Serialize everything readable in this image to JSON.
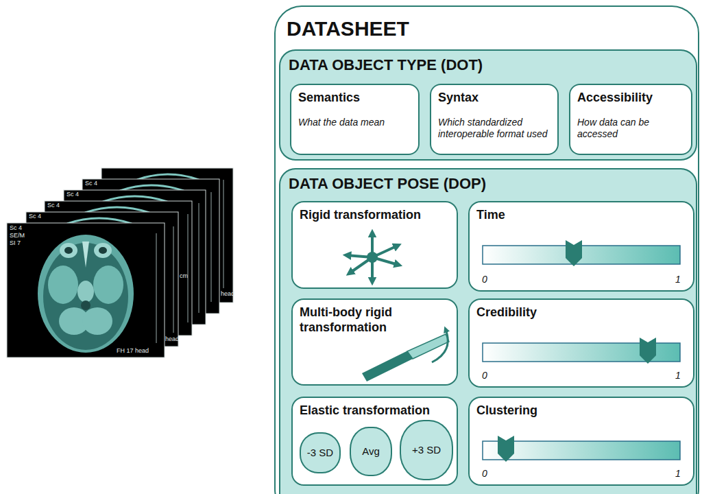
{
  "diagram": {
    "nodes": [
      {
        "text": [
          "DATASHEET"
        ]
      },
      {
        "text": [
          "DATA OBJECT TYPE (DOT)"
        ],
        "in": 0
      },
      {
        "text": [
          "Semantics",
          "What the data mean"
        ],
        "in": 1
      },
      {
        "text": [
          "Syntax",
          "Which standardized interoperable format used"
        ],
        "in": 1
      },
      {
        "text": [
          "Accessibility",
          "How data can be accessed"
        ],
        "in": 1
      },
      {
        "text": [
          "DATA OBJECT POSE (DOP)"
        ],
        "in": 0
      },
      {
        "text": [
          "Rigid transformation"
        ],
        "in": 5
      },
      {
        "text": [
          "Time",
          "0",
          "1"
        ],
        "in": 5
      },
      {
        "text": [
          "Multi-body rigid transformation"
        ],
        "in": 5
      },
      {
        "text": [
          "Credibility",
          "0",
          "1"
        ],
        "in": 5
      },
      {
        "text": [
          "Elastic transformation"
        ],
        "in": 5
      },
      {
        "text": [
          "-3 SD"
        ],
        "in": 10
      },
      {
        "text": [
          "Avg"
        ],
        "in": 10
      },
      {
        "text": [
          "+3 SD"
        ],
        "in": 10
      },
      {
        "text": [
          "Clustering",
          "0",
          "1"
        ],
        "in": 5
      }
    ],
    "labels": [
      "Sc 4",
      "Sc 4",
      "Sc 4",
      "Sc 4",
      "Sc 4",
      "SE/M",
      "SI 7",
      "FH 17 head",
      "head",
      "head",
      "cm"
    ]
  }
}
